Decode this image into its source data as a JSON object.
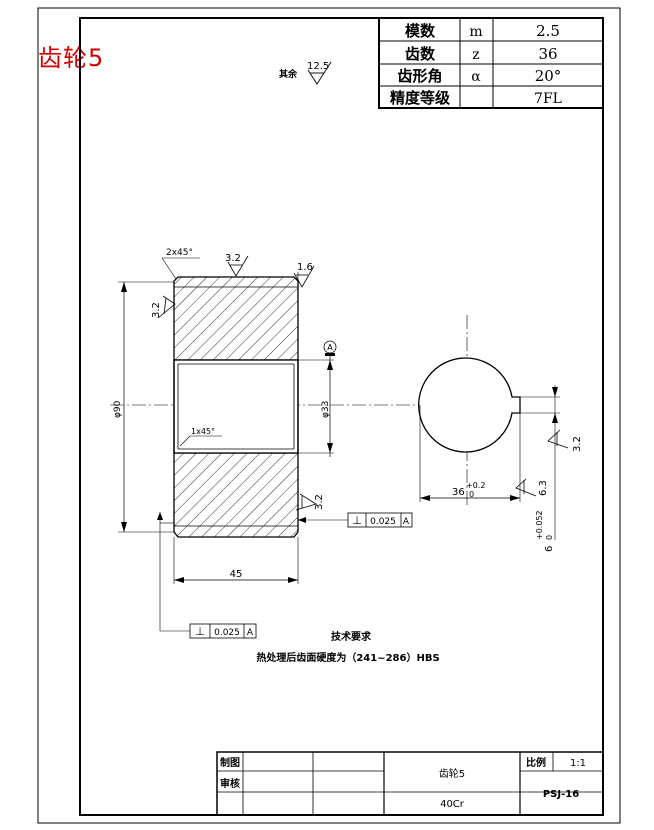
{
  "title": "齿轮5",
  "params": {
    "rows": [
      {
        "name": "模数",
        "symbol": "m",
        "value": "2.5"
      },
      {
        "name": "齿数",
        "symbol": "z",
        "value": "36"
      },
      {
        "name": "齿形角",
        "symbol": "α",
        "value": "20°"
      },
      {
        "name": "精度等级",
        "symbol": "",
        "value": "7FL"
      }
    ]
  },
  "surface": {
    "rest_label": "其余",
    "rest_value": "12.5",
    "left_face": "3.2",
    "top_face": "3.2",
    "right_top": "1.6",
    "bore": "3.2",
    "keyway_side": "3.2",
    "keyway_bottom": "6.3"
  },
  "dims": {
    "chamfer_outer": "2x45°",
    "chamfer_inner": "1x45°",
    "outer_diameter": "φ90",
    "bore_diameter": "φ33",
    "width": "45",
    "keyway_depth_main": "36",
    "keyway_depth_up": "+0.2",
    "keyway_depth_low": "0",
    "keyway_width_main": "6",
    "keyway_width_up": "+0.052",
    "keyway_width_low": "0"
  },
  "tolerance": {
    "symbol": "⊥",
    "value1": "0.025",
    "ref1": "A",
    "value2": "0.025",
    "ref2": "A",
    "datum": "A"
  },
  "notes": {
    "heading": "技术要求",
    "line1": "热处理后齿面硬度为（241~286）HBS"
  },
  "title_block": {
    "drawn_label": "制图",
    "check_label": "审核",
    "part_name": "齿轮5",
    "scale_label": "比例",
    "scale_value": "1:1",
    "material": "40Cr",
    "code": "PSJ-16"
  }
}
